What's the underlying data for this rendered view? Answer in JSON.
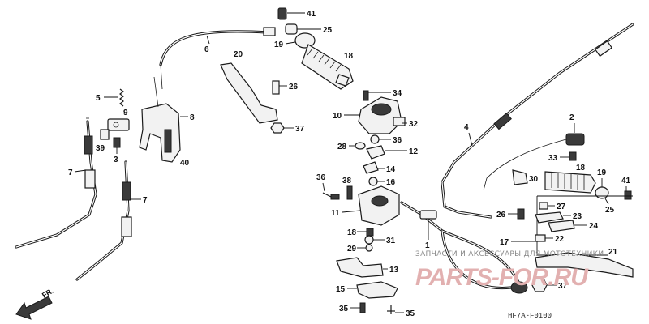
{
  "diagram": {
    "drawing_code": "HF7A-F0100",
    "direction_label": "FR.",
    "watermark_text": "ЗАПЧАСТИ И АКСЕССУАРЫ ДЛЯ МОТОТЕХНИКИ",
    "watermark_brand": "PARTS-FOR.RU",
    "callouts": {
      "c1": "1",
      "c2": "2",
      "c3": "3",
      "c4": "4",
      "c5": "5",
      "c6": "6",
      "c7a": "7",
      "c7b": "7",
      "c8": "8",
      "c9": "9",
      "c10": "10",
      "c11": "11",
      "c12": "12",
      "c13": "13",
      "c14": "14",
      "c15": "15",
      "c16a": "16",
      "c16b": "16",
      "c17": "17",
      "c18a": "18",
      "c18b": "18",
      "c19a": "19",
      "c19b": "19",
      "c20": "20",
      "c21": "21",
      "c22": "22",
      "c23": "23",
      "c24": "24",
      "c25a": "25",
      "c25b": "25",
      "c26a": "26",
      "c26b": "26",
      "c27": "27",
      "c28": "28",
      "c29": "29",
      "c30": "30",
      "c31": "31",
      "c32": "32",
      "c33": "33",
      "c34": "34",
      "c35a": "35",
      "c35b": "35",
      "c36a": "36",
      "c36b": "36",
      "c37a": "37",
      "c37b": "37",
      "c38": "38",
      "c39": "39",
      "c40": "40",
      "c41a": "41",
      "c41b": "41"
    }
  }
}
